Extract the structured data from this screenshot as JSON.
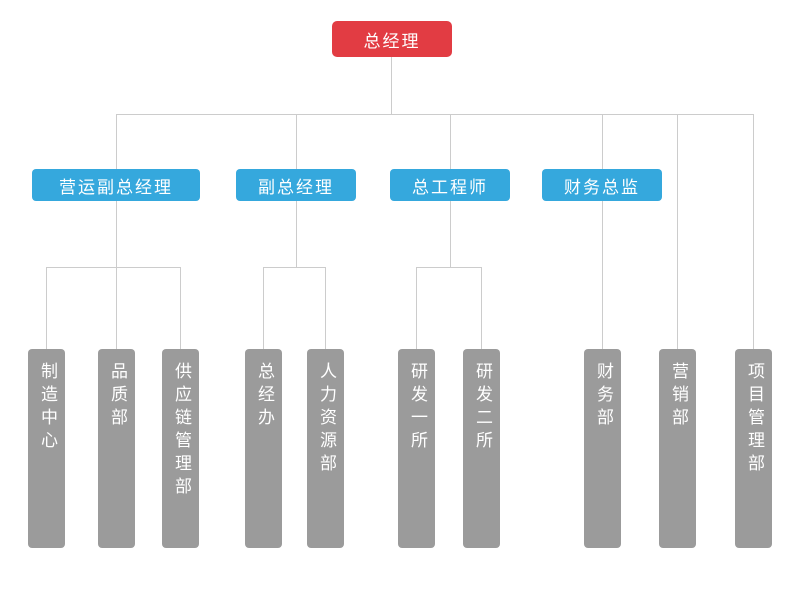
{
  "org_chart": {
    "title": "company-organization-chart",
    "root": {
      "label": "总经理",
      "level": 1
    },
    "managers": [
      {
        "label": "营运副总经理",
        "reports_to": "总经理"
      },
      {
        "label": "副总经理",
        "reports_to": "总经理"
      },
      {
        "label": "总工程师",
        "reports_to": "总经理"
      },
      {
        "label": "财务总监",
        "reports_to": "总经理"
      }
    ],
    "departments": [
      {
        "label": "制造中心",
        "reports_to": "营运副总经理"
      },
      {
        "label": "品质部",
        "reports_to": "营运副总经理"
      },
      {
        "label": "供应链管理部",
        "reports_to": "营运副总经理"
      },
      {
        "label": "总经办",
        "reports_to": "副总经理"
      },
      {
        "label": "人力资源部",
        "reports_to": "副总经理"
      },
      {
        "label": "研发一所",
        "reports_to": "总工程师"
      },
      {
        "label": "研发二所",
        "reports_to": "总工程师"
      },
      {
        "label": "财务部",
        "reports_to": "财务总监"
      },
      {
        "label": "营销部",
        "reports_to": "总经理"
      },
      {
        "label": "项目管理部",
        "reports_to": "总经理"
      }
    ]
  },
  "colors": {
    "root": "#e23c43",
    "manager": "#35a8dd",
    "department": "#9b9b9b",
    "connector": "#cccccc",
    "background": "#ffffff",
    "label_text": "#ffffff"
  }
}
